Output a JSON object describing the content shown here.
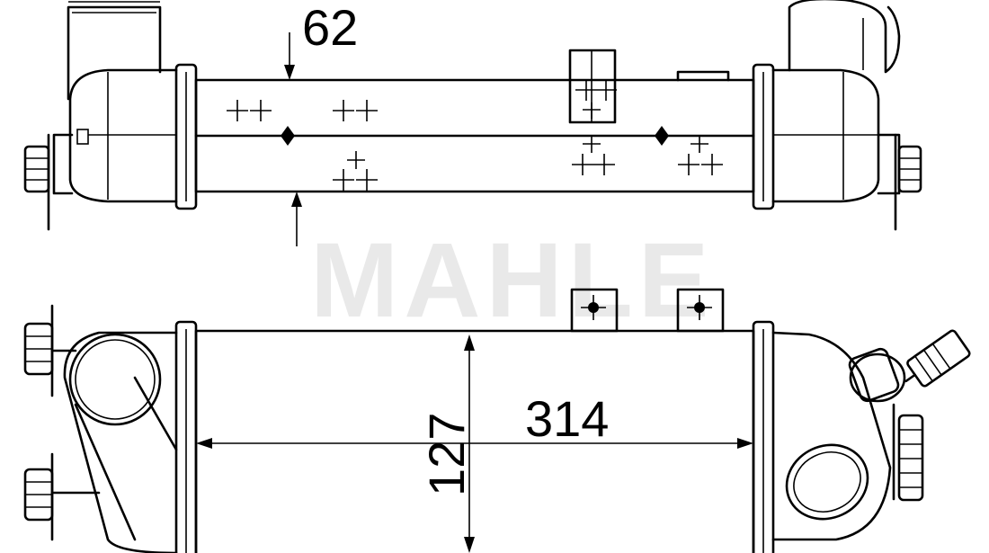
{
  "watermark": {
    "brand": "MAHLE"
  },
  "dimensions": {
    "top_view_depth": "62",
    "front_view_height": "127",
    "front_view_length": "314"
  }
}
